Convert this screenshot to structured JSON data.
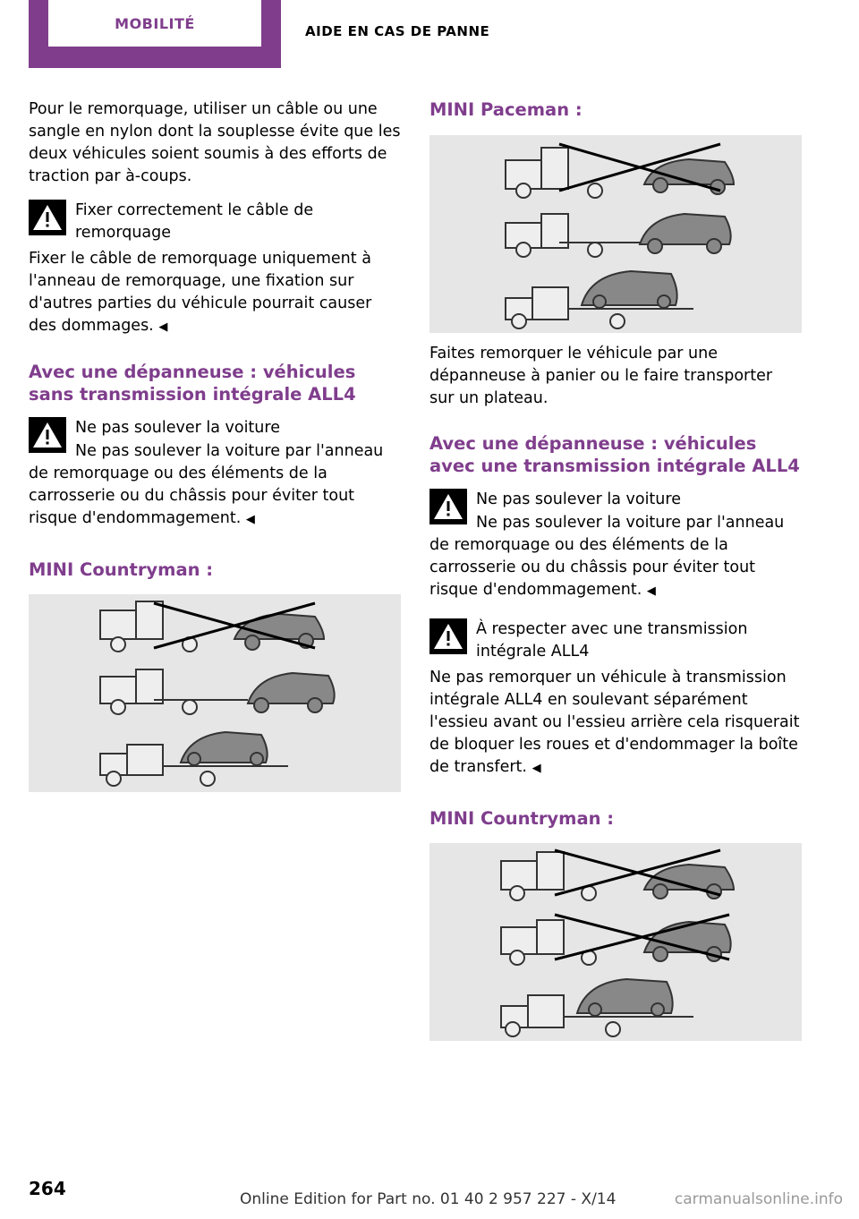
{
  "header": {
    "tab_label": "MOBILITÉ",
    "section_title": "AIDE EN CAS DE PANNE"
  },
  "left": {
    "intro": "Pour le remorquage, utiliser un câble ou une sangle en nylon dont la souplesse évite que les deux véhicules soient soumis à des efforts de traction par à-coups.",
    "warning1_title": "Fixer correctement le câble de remorquage",
    "warning1_body": "Fixer le câble de remorquage uniquement à l'anneau de remorquage, une fixation sur d'autres parties du véhicule pourrait causer des dommages.",
    "heading1": "Avec une dépanneuse : véhicules sans transmission intégrale ALL4",
    "warning2_title": "Ne pas soulever la voiture",
    "warning2_body": "Ne pas soulever la voiture par l'anneau de remorquage ou des éléments de la carrosserie ou du châssis pour éviter tout risque d'endommagement.",
    "heading2": "MINI Countryman :"
  },
  "right": {
    "heading1": "MINI Paceman :",
    "para1": "Faites remorquer le véhicule par une dépanneuse à panier ou le faire transporter sur un plateau.",
    "heading2": "Avec une dépanneuse : véhicules avec une transmission intégrale ALL4",
    "warning1_title": "Ne pas soulever la voiture",
    "warning1_body": "Ne pas soulever la voiture par l'anneau de remorquage ou des éléments de la carrosserie ou du châssis pour éviter tout risque d'endommagement.",
    "warning2_title": "À respecter avec une transmission intégrale ALL4",
    "warning2_body": "Ne pas remorquer un véhicule à transmission intégrale ALL4 en soulevant séparément l'essieu avant ou l'essieu arrière cela risquerait de bloquer les roues et d'endommager la boîte de transfert.",
    "heading3": "MINI Countryman :"
  },
  "end_mark": "◀",
  "footer": {
    "page_number": "264",
    "edition": "Online Edition for Part no. 01 40 2 957 227 - X/14",
    "watermark": "carmanualsonline.info"
  }
}
